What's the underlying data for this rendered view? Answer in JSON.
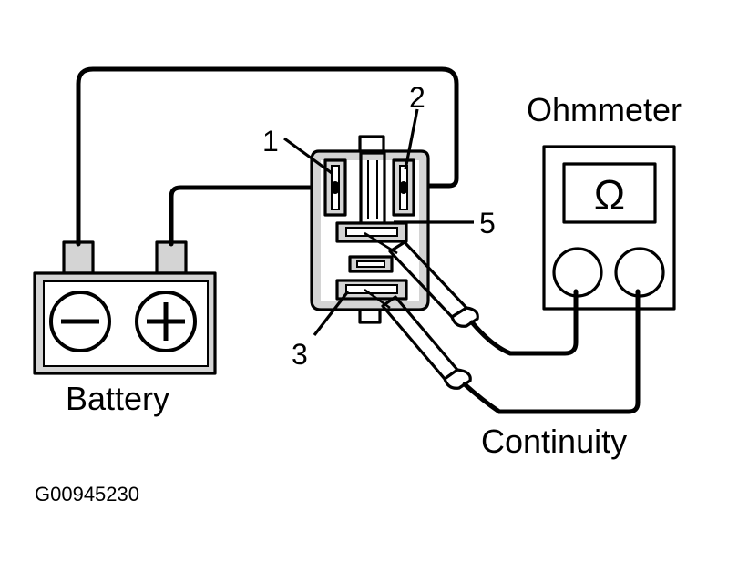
{
  "diagram": {
    "labels": {
      "ohmmeter": "Ohmmeter",
      "battery": "Battery",
      "continuity": "Continuity",
      "figure_code": "G00945230",
      "terminal_1": "1",
      "terminal_2": "2",
      "terminal_3": "3",
      "terminal_5": "5"
    },
    "symbols": {
      "ohm": "Ω",
      "battery_negative": "minus-sign",
      "battery_positive": "plus-sign"
    }
  }
}
